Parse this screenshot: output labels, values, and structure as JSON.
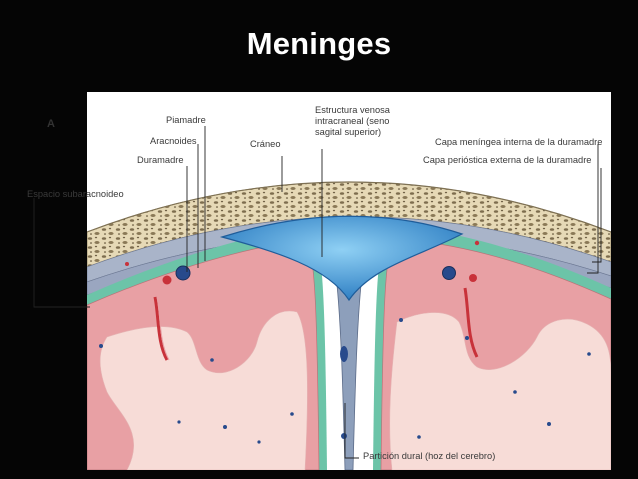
{
  "slide": {
    "title": "Meninges"
  },
  "figure": {
    "panel_letter": "A",
    "labels": {
      "piamadre": "Piamadre",
      "aracnoides": "Aracnoides",
      "duramadre": "Duramadre",
      "espacio_subaracnoideo": "Espacio subaracnoideo",
      "craneo": "Cráneo",
      "estructura_venosa_1": "Estructura venosa",
      "estructura_venosa_2": "intracraneal (seno",
      "estructura_venosa_3": "sagital superior)",
      "capa_meningea": "Capa meníngea interna de la duramadre",
      "capa_periostica": "Capa perióstica externa de la duramadre",
      "particion_dural": "Partición dural (hoz del cerebro)"
    },
    "colors": {
      "skull": "#e6d9b6",
      "skull_pores": "#6b5a3c",
      "dura": "#a9b4c9",
      "sinus": "#4a95d3",
      "arachnoid": "#6cc4a8",
      "cortex": "#e8a0a4",
      "white_matter": "#f7dcd7",
      "vessel_red": "#c8323a",
      "vessel_blue": "#274a8c"
    }
  }
}
